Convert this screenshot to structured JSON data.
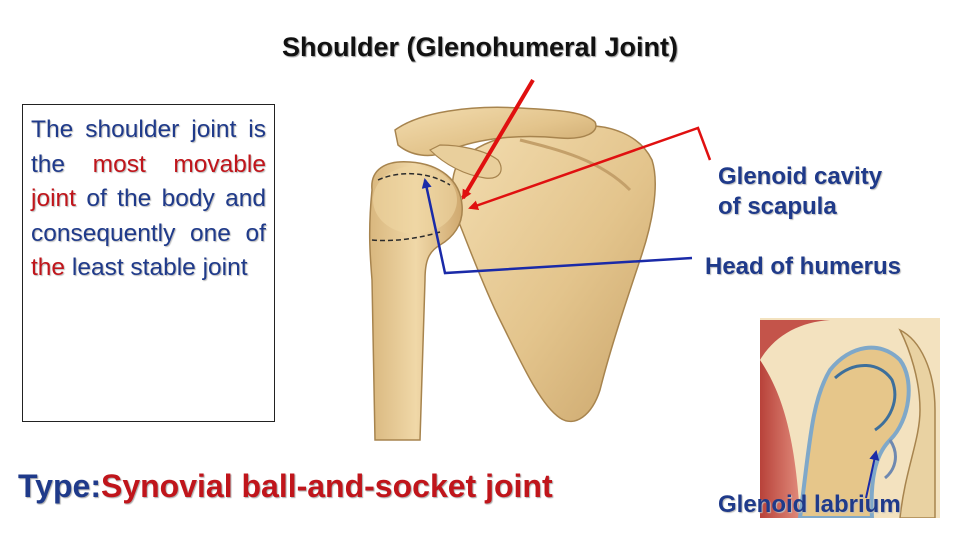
{
  "title": "Shoulder (Glenohumeral Joint)",
  "description": {
    "part1": "The shoulder joint is the ",
    "part2": "most movable joint",
    "part3": " of the body and consequently one of ",
    "part4": "the",
    "part5": " least stable joint"
  },
  "type_line": {
    "label": "Type:",
    "value": "Synovial ball-and-socket joint"
  },
  "labels": {
    "glenoid_cavity_line1": "Glenoid cavity",
    "glenoid_cavity_line2": "of scapula",
    "head_of_humerus": "Head of humerus",
    "glenoid_labrium": "Glenoid labrium"
  },
  "colors": {
    "text_blue": "#1f3a8a",
    "highlight_red": "#c0151b",
    "bone": "#e8cc97",
    "arrow_red": "#e01010",
    "line_blue": "#1a2aa8"
  }
}
